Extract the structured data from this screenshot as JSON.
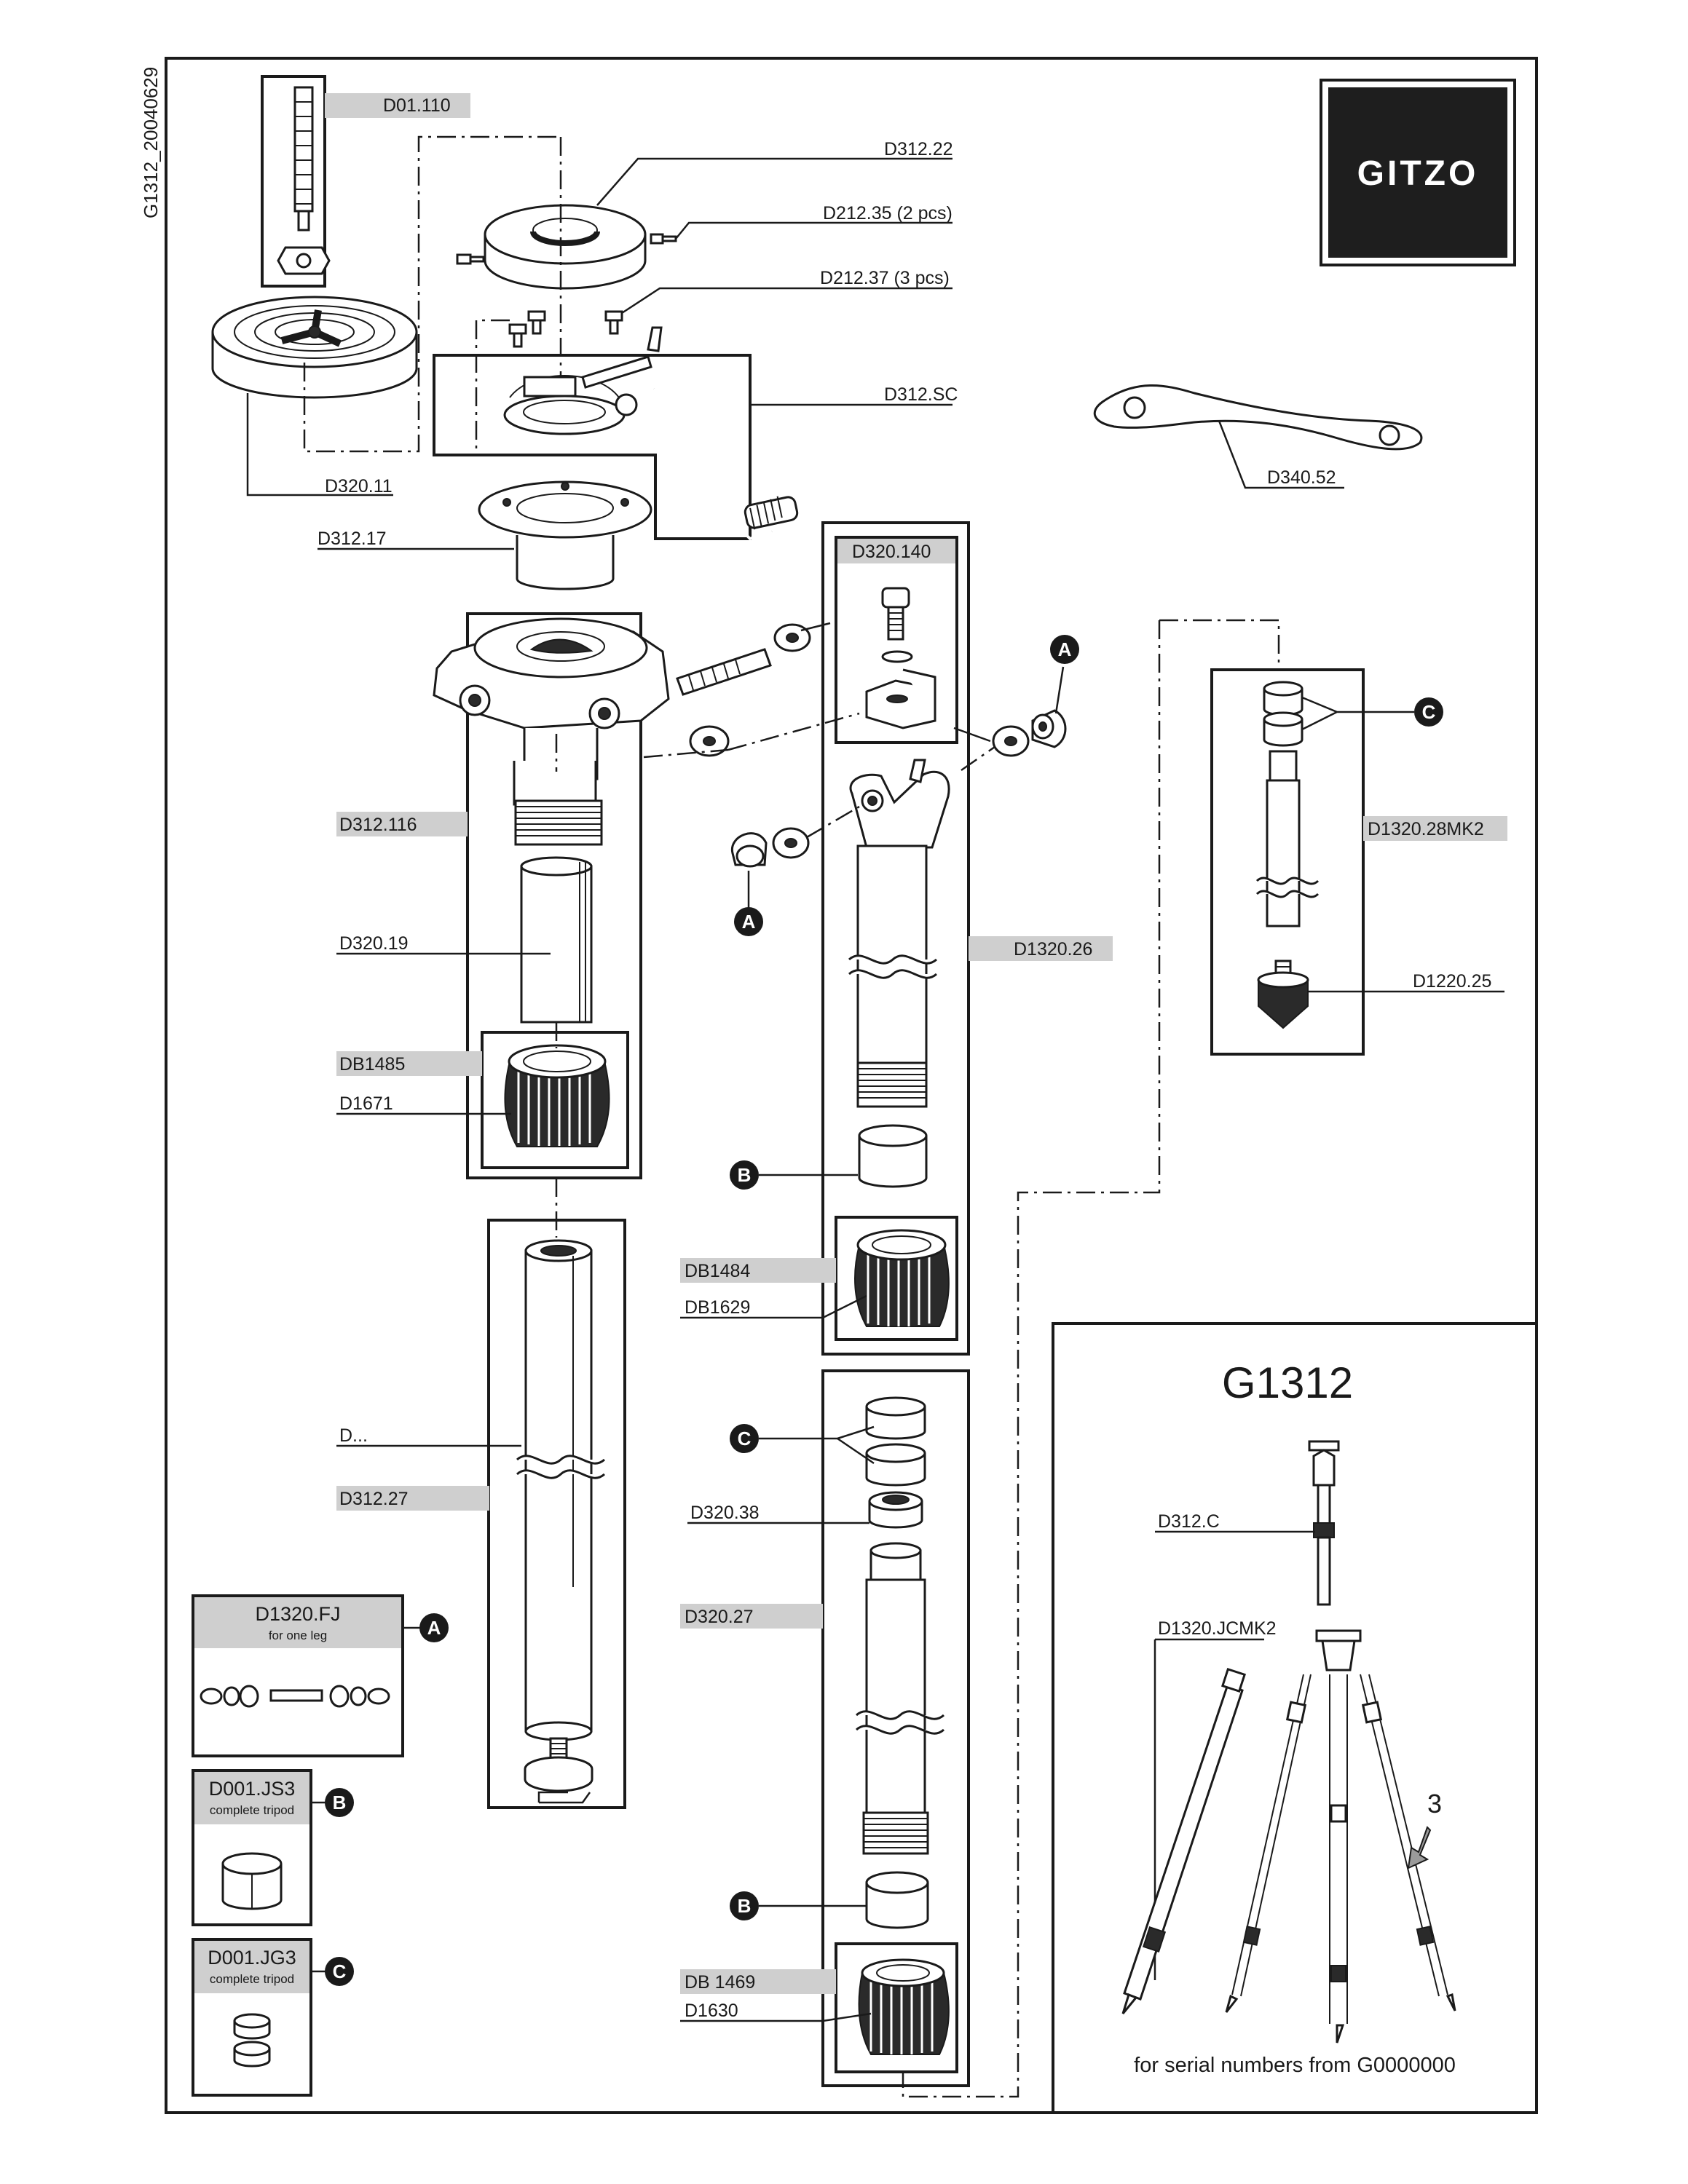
{
  "doc_code": "G1312_20040629",
  "brand": {
    "name": "GITZO",
    "bg": "#1e1e1e",
    "fg": "#ffffff"
  },
  "model": {
    "title": "G1312",
    "serial_note": "for serial numbers from G0000000",
    "level_marker": "3"
  },
  "labels": {
    "d01_110": "D01.110",
    "d312_22": "D312.22",
    "d212_35": "D212.35 (2 pcs)",
    "d212_37": "D212.37 (3 pcs)",
    "d312_sc": "D312.SC",
    "d320_11": "D320.11",
    "d312_17": "D312.17",
    "d340_52": "D340.52",
    "d320_140": "D320.140",
    "d312_116": "D312.116",
    "d320_19": "D320.19",
    "db1485": "DB1485",
    "d1671": "D1671",
    "d1320_26": "D1320.26",
    "d1320_28mk2": "D1320.28MK2",
    "d1220_25": "D1220.25",
    "db1484": "DB1484",
    "db1629": "DB1629",
    "d_dots": "D...",
    "d312_27": "D312.27",
    "d320_38": "D320.38",
    "d320_27": "D320.27",
    "db1469": "DB 1469",
    "d1630": "D1630",
    "d312_c": "D312.C",
    "d1320_jcmk2": "D1320.JCMK2"
  },
  "kits": [
    {
      "code": "D1320.FJ",
      "note": "for one leg",
      "badge": "A"
    },
    {
      "code": "D001.JS3",
      "note": "complete tripod",
      "badge": "B"
    },
    {
      "code": "D001.JG3",
      "note": "complete tripod",
      "badge": "C"
    }
  ],
  "badges": {
    "a": "A",
    "b": "B",
    "c": "C"
  },
  "colors": {
    "ink": "#1a1a1a",
    "label_highlight": "#cfcfcf",
    "paper": "#ffffff"
  }
}
